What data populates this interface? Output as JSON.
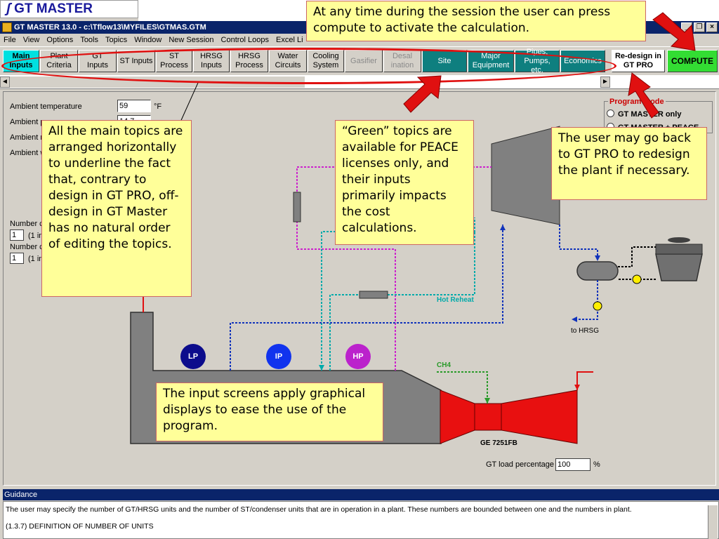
{
  "slide_logo": {
    "glyph": "ʃ",
    "text": "GT MASTER"
  },
  "window": {
    "title": "GT MASTER 13.0 - c:\\Tflow13\\MYFILES\\GTMAS.GTM",
    "controls": [
      "_",
      "❐",
      "×"
    ]
  },
  "menu": [
    "File",
    "View",
    "Options",
    "Tools",
    "Topics",
    "Window",
    "New Session",
    "Control Loops",
    "Excel Li"
  ],
  "topics": [
    {
      "label": "Main Inputs",
      "state": "active"
    },
    {
      "label": "Plant Criteria",
      "state": "normal"
    },
    {
      "label": "GT Inputs",
      "state": "normal"
    },
    {
      "label": "ST Inputs",
      "state": "normal"
    },
    {
      "label": "ST Process",
      "state": "normal"
    },
    {
      "label": "HRSG Inputs",
      "state": "normal"
    },
    {
      "label": "HRSG Process",
      "state": "normal"
    },
    {
      "label": "Water Circuits",
      "state": "normal"
    },
    {
      "label": "Cooling System",
      "state": "normal"
    },
    {
      "label": "Gasifier",
      "state": "disabled"
    },
    {
      "label": "Desal ination",
      "state": "disabled"
    },
    {
      "label": "Site",
      "state": "green"
    },
    {
      "label": "Major Equipment",
      "state": "green"
    },
    {
      "label": "Pipes, Pumps, etc.",
      "state": "green"
    },
    {
      "label": "Economics",
      "state": "green"
    }
  ],
  "redesign_label": "Re-design in GT PRO",
  "compute_label": "COMPUTE",
  "tabstrip": {
    "left_arrow": "◄",
    "right_arrow": "►"
  },
  "fields": [
    {
      "label": "Ambient temperature",
      "value": "59",
      "unit": "°F"
    },
    {
      "label": "Ambient p",
      "value": "14.7",
      "unit": ""
    },
    {
      "label": "Ambient r",
      "value": "",
      "unit": ""
    },
    {
      "label": "Ambient w",
      "value": "",
      "unit": ""
    }
  ],
  "units": [
    {
      "label": "Number c",
      "value": "1",
      "note": "(1 in"
    },
    {
      "label": "Number c",
      "value": "1",
      "note": "(1 in"
    }
  ],
  "program_mode": {
    "title": "Program mode",
    "options": [
      {
        "label": "GT MASTER only"
      },
      {
        "label": "GT MASTER + PEACE"
      }
    ]
  },
  "diagram": {
    "pressure_levels": [
      {
        "label": "LP",
        "color": "#0c0c8c"
      },
      {
        "label": "IP",
        "color": "#1133ee"
      },
      {
        "label": "HP",
        "color": "#bb22cc"
      }
    ],
    "hot_reheat_label": "Hot Reheat",
    "fuel_label": "CH4",
    "gt_model": "GE 7251FB",
    "to_hrsg_label": "to HRSG"
  },
  "gt_load": {
    "label": "GT load percentage",
    "value": "100",
    "unit": "%"
  },
  "guidance": {
    "title": "Guidance",
    "text": "The user may specify the number of GT/HRSG units and the number of ST/condenser units that are in operation in a plant.  These numbers are bounded between one and the numbers in plant.",
    "section": "(1.3.7) DEFINITION OF NUMBER OF UNITS"
  },
  "callouts": {
    "compute": "At any time during the session the user can press compute to activate the calculation.",
    "topics": "All the main topics are arranged horizontally to underline the fact that, contrary to design in GT PRO, off-design in GT Master has no natural order of editing the topics.",
    "green": "“Green” topics are available for PEACE licenses only, and their inputs primarily impacts the cost calculations.",
    "redesign": "The user may go back to GT PRO to redesign the plant if necessary.",
    "graphics": "The input screens apply graphical displays to ease the use of the program."
  },
  "colors": {
    "titlebar": "#0a246a",
    "active_topic": "#00e0e0",
    "green_topic": "#0e7f7f",
    "compute": "#33dd33",
    "callout": "#ffff99",
    "callout_arrow": "#e01010"
  }
}
